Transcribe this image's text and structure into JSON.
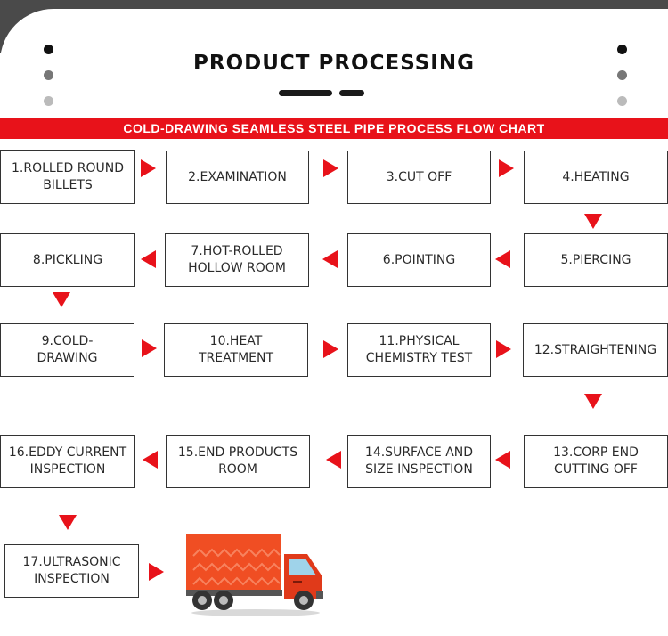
{
  "header": {
    "title": "PRODUCT PROCESSING",
    "subtitle": "COLD-DRAWING SEAMLESS STEEL PIPE PROCESS FLOW CHART"
  },
  "colors": {
    "accent": "#e8121a",
    "dark": "#4a4a4a",
    "truck_body": "#f04e23",
    "truck_cab": "#e03a1a"
  },
  "steps": [
    "1.ROLLED ROUND\nBILLETS",
    "2.EXAMINATION",
    "3.CUT OFF",
    "4.HEATING",
    "5.PIERCING",
    "6.POINTING",
    "7.HOT-ROLLED\nHOLLOW ROOM",
    "8.PICKLING",
    "9.COLD-\nDRAWING",
    "10.HEAT\nTREATMENT",
    "11.PHYSICAL\nCHEMISTRY TEST",
    "12.STRAIGHTENING",
    "13.CORP END\nCUTTING OFF",
    "14.SURFACE AND\nSIZE INSPECTION",
    "15.END PRODUCTS\nROOM",
    "16.EDDY CURRENT\nINSPECTION",
    "17.ULTRASONIC\nINSPECTION"
  ],
  "final_icon": "delivery-truck-icon"
}
